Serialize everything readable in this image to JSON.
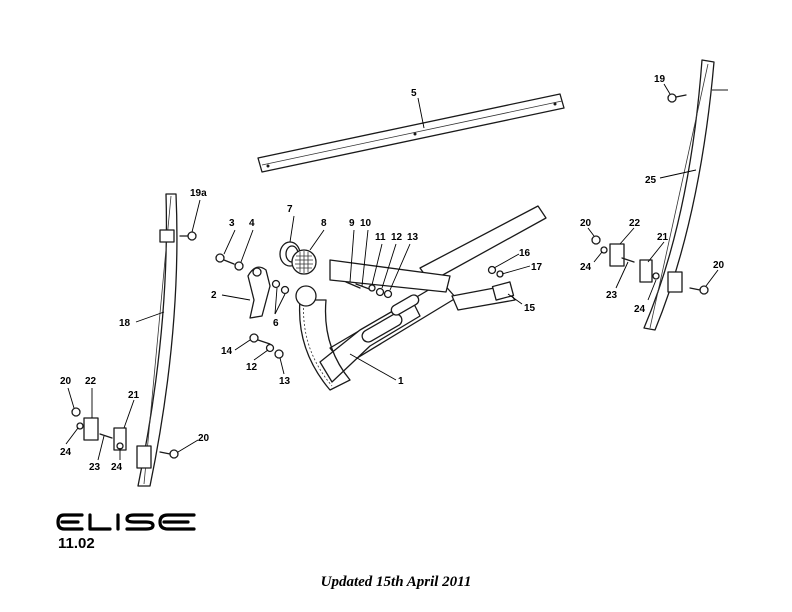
{
  "diagram": {
    "logo_text": "ELISE",
    "reference": "11.02",
    "footer": "Updated 15th April 2011",
    "callouts": {
      "c1": "1",
      "c2": "2",
      "c3": "3",
      "c4": "4",
      "c5": "5",
      "c6": "6",
      "c7": "7",
      "c8": "8",
      "c9": "9",
      "c10": "10",
      "c11": "11",
      "c12a": "12",
      "c12b": "12",
      "c13a": "13",
      "c13b": "13",
      "c14": "14",
      "c15": "15",
      "c16": "16",
      "c17": "17",
      "c18": "18",
      "c19": "19",
      "c19a": "19a",
      "c20a": "20",
      "c20b": "20",
      "c20c": "20",
      "c20d": "20",
      "c21a": "21",
      "c21b": "21",
      "c22a": "22",
      "c22b": "22",
      "c23a": "23",
      "c23b": "23",
      "c24a": "24",
      "c24b": "24",
      "c24c": "24",
      "c24d": "24",
      "c25": "25"
    }
  }
}
